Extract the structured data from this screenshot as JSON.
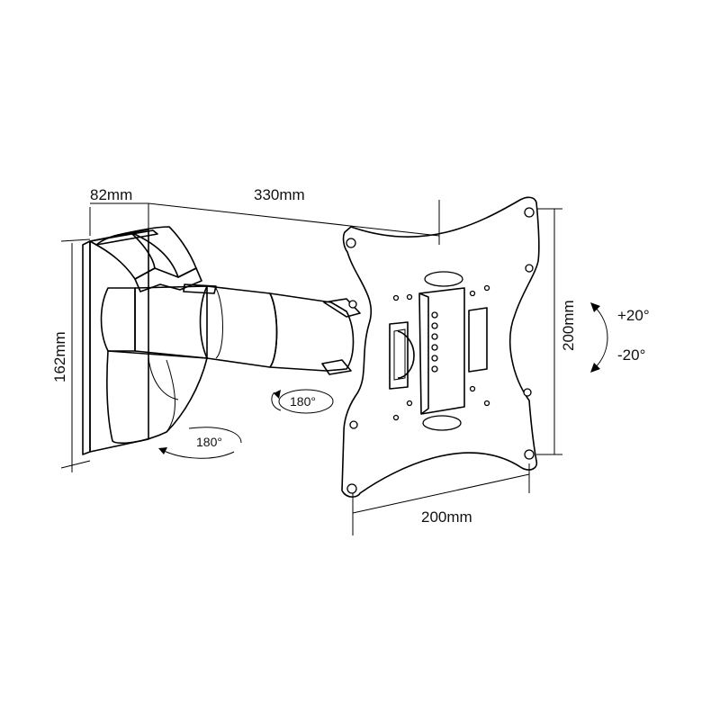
{
  "diagram": {
    "labels": {
      "wall_depth": "82mm",
      "arm_extension": "330mm",
      "plate_height_left": "162mm",
      "vesa_vertical": "200mm",
      "vesa_horizontal": "200mm",
      "tilt_up": "+20°",
      "tilt_down": "-20°",
      "swivel_arm": "180°",
      "swivel_wall": "180°"
    }
  }
}
